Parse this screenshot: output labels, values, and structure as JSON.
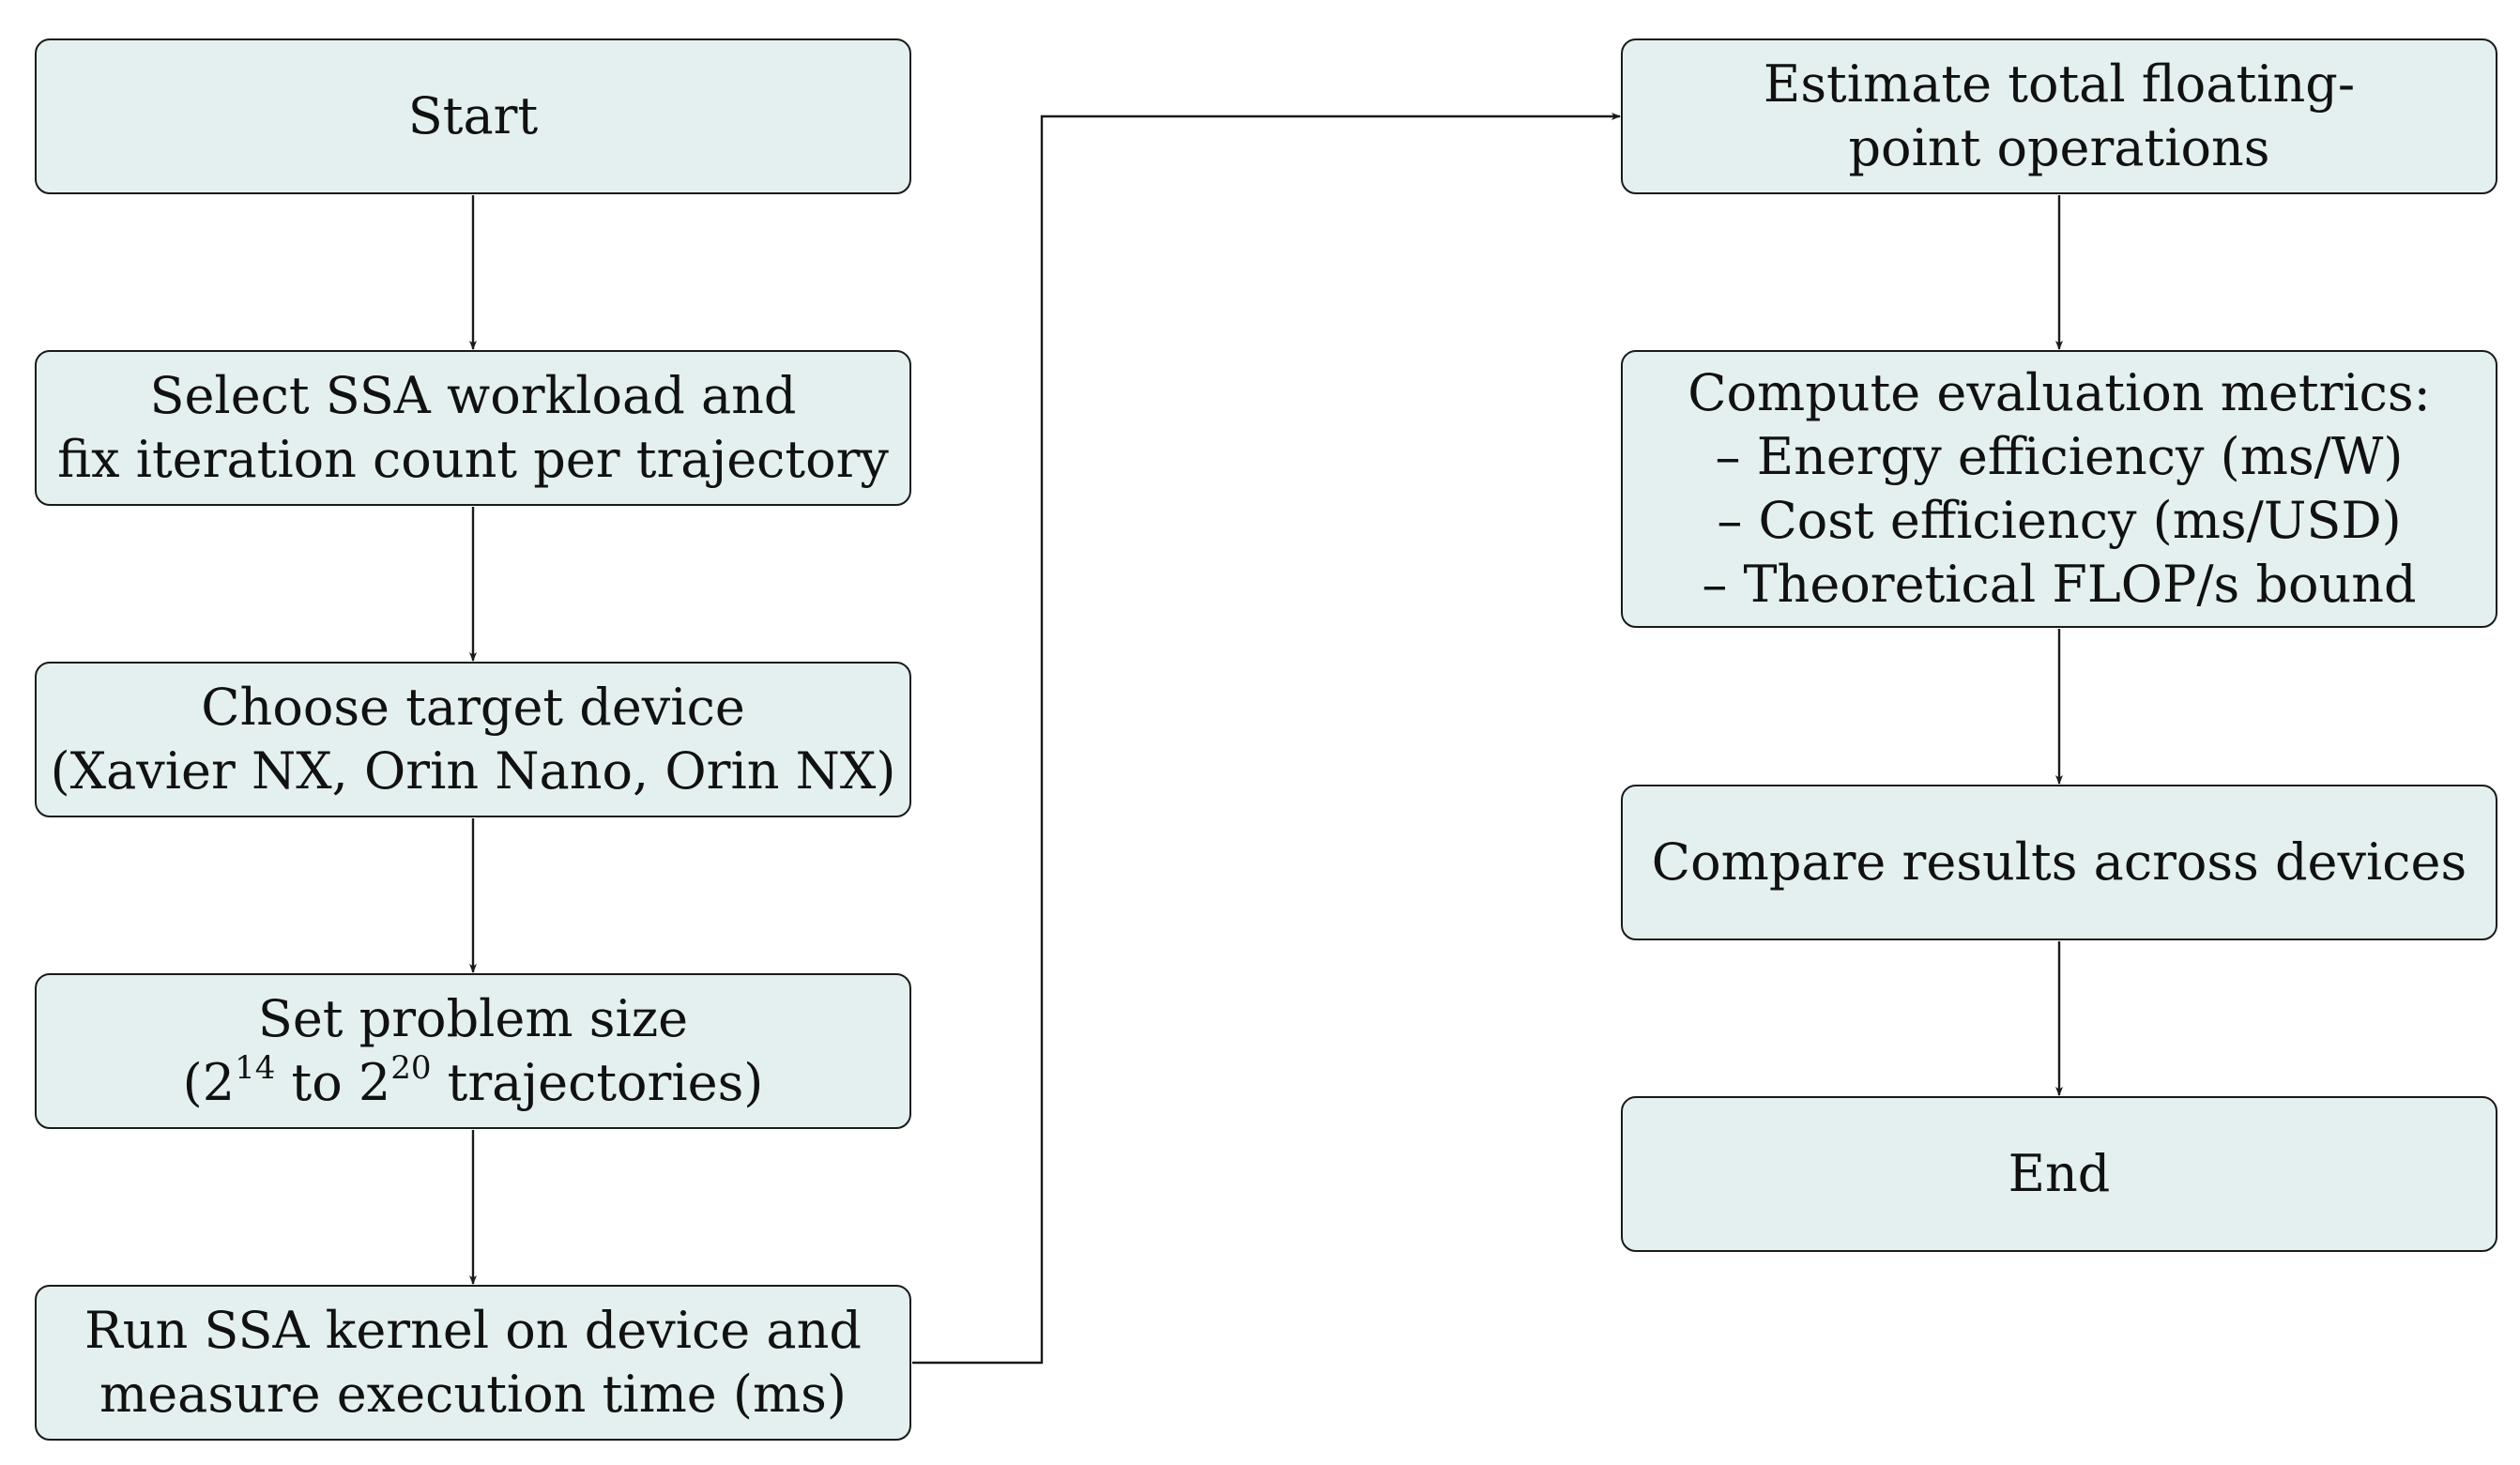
{
  "nodes": {
    "start": {
      "label": "Start"
    },
    "select": {
      "line1": "Select SSA workload and",
      "line2": "fix iteration count per trajectory"
    },
    "device": {
      "line1": "Choose target device",
      "line2": "(Xavier NX, Orin Nano, Orin NX)"
    },
    "size": {
      "line1": "Set problem size",
      "line2_open": "(2",
      "exp_low": "14",
      "line2_mid": " to 2",
      "exp_high": "20",
      "line2_close": " trajectories)"
    },
    "run": {
      "line1": "Run SSA kernel on device and",
      "line2": "measure execution time (ms)"
    },
    "flops": {
      "line1": "Estimate total floating-",
      "line2": "point operations"
    },
    "metrics": {
      "line1": "Compute evaluation metrics:",
      "line2": "– Energy efficiency (ms/W)",
      "line3": "– Cost efficiency (ms/USD)",
      "line4": "– Theoretical FLOP/s bound"
    },
    "compare": {
      "label": "Compare results across devices"
    },
    "end": {
      "label": "End"
    }
  },
  "colors": {
    "node_fill": "#e3f0ef",
    "stroke": "#1a1a1a"
  }
}
